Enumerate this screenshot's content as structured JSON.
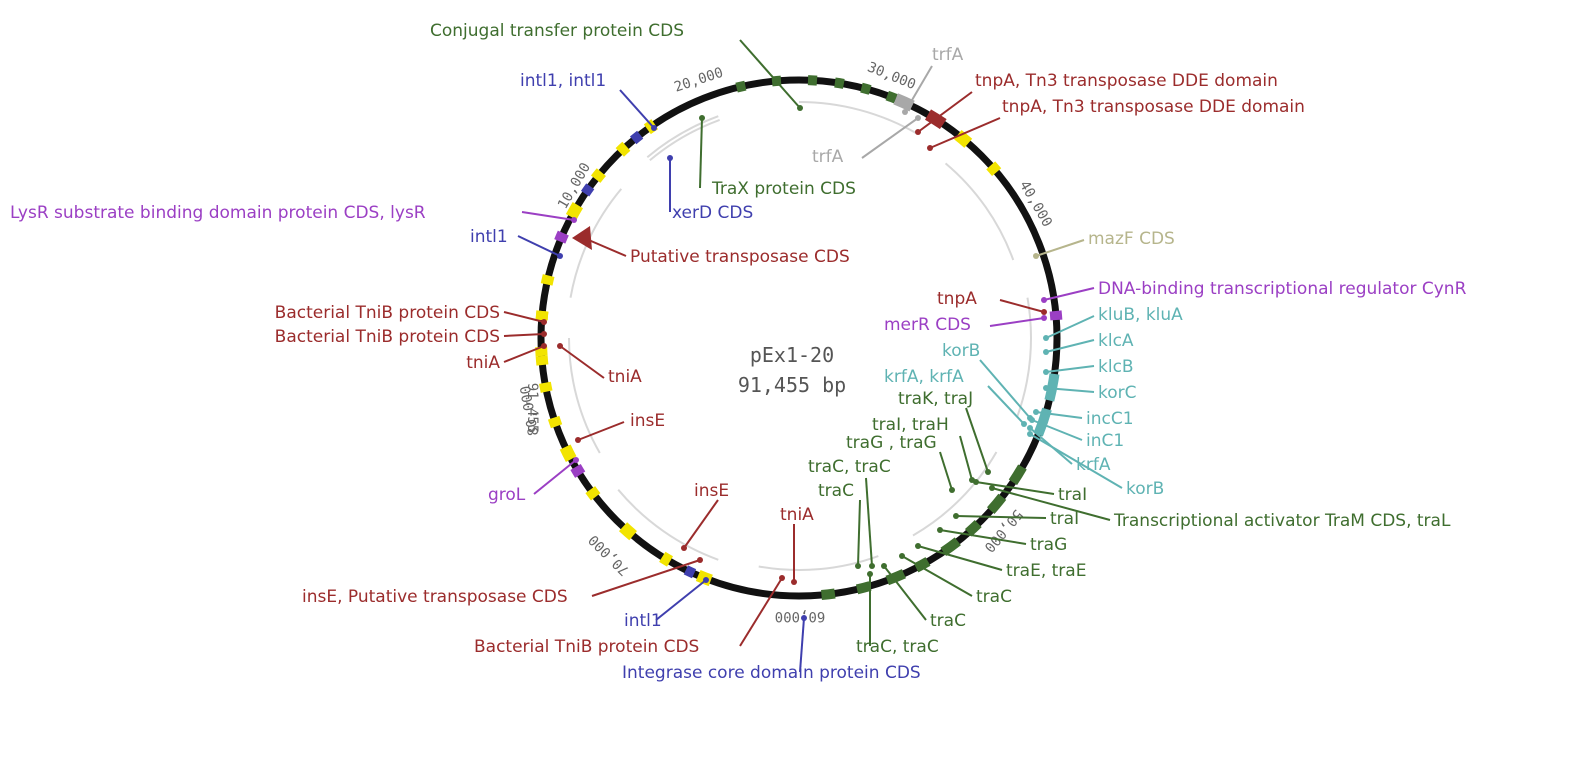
{
  "plasmid": {
    "name": "pEx1-20",
    "size": "91,455 bp"
  },
  "ticks": [
    "10,000",
    "20,000",
    "30,000",
    "40,000",
    "50,000",
    "60,000",
    "70,000",
    "80,000",
    "91,455"
  ],
  "colors": {
    "backbone": "#111111",
    "cds_green": "#3f6e2f",
    "transposon_red": "#9b2c2c",
    "integrase_blue": "#3f3fae",
    "regulator_purple": "#9b3fc4",
    "kor_teal": "#5fb3b3",
    "trf_gray": "#a8a8a8",
    "mazf_tan": "#b6b58c",
    "misc_yellow": "#f2e400"
  },
  "labels": [
    {
      "text": "Conjugal transfer protein CDS",
      "color": "cds_green"
    },
    {
      "text": "intl1, intl1",
      "color": "integrase_blue"
    },
    {
      "text": "trfA",
      "color": "trf_gray"
    },
    {
      "text": "tnpA, Tn3 transposase DDE domain",
      "color": "transposon_red"
    },
    {
      "text": "tnpA, Tn3 transposase DDE domain",
      "color": "transposon_red"
    },
    {
      "text": "trfA",
      "color": "trf_gray"
    },
    {
      "text": "TraX protein CDS",
      "color": "cds_green"
    },
    {
      "text": "xerD CDS",
      "color": "integrase_blue"
    },
    {
      "text": "LysR substrate binding domain protein CDS, lysR",
      "color": "regulator_purple"
    },
    {
      "text": "intl1",
      "color": "integrase_blue"
    },
    {
      "text": "Putative transposase CDS",
      "color": "transposon_red"
    },
    {
      "text": "mazF CDS",
      "color": "mazf_tan"
    },
    {
      "text": "DNA-binding transcriptional regulator CynR",
      "color": "regulator_purple"
    },
    {
      "text": "tnpA",
      "color": "transposon_red"
    },
    {
      "text": "merR CDS",
      "color": "regulator_purple"
    },
    {
      "text": "kluB, kluA",
      "color": "kor_teal"
    },
    {
      "text": "klcA",
      "color": "kor_teal"
    },
    {
      "text": "korB",
      "color": "kor_teal"
    },
    {
      "text": "klcB",
      "color": "kor_teal"
    },
    {
      "text": "krfA, krfA",
      "color": "kor_teal"
    },
    {
      "text": "korC",
      "color": "kor_teal"
    },
    {
      "text": "Bacterial TniB protein CDS",
      "color": "transposon_red"
    },
    {
      "text": "Bacterial TniB protein CDS",
      "color": "transposon_red"
    },
    {
      "text": "tniA",
      "color": "transposon_red"
    },
    {
      "text": "tniA",
      "color": "transposon_red"
    },
    {
      "text": "traK, traJ",
      "color": "cds_green"
    },
    {
      "text": "incC1",
      "color": "kor_teal"
    },
    {
      "text": "traI, traH",
      "color": "cds_green"
    },
    {
      "text": "inC1",
      "color": "kor_teal"
    },
    {
      "text": "insE",
      "color": "transposon_red"
    },
    {
      "text": "traG , traG",
      "color": "cds_green"
    },
    {
      "text": "krfA",
      "color": "kor_teal"
    },
    {
      "text": "traC, traC",
      "color": "cds_green"
    },
    {
      "text": "korB",
      "color": "kor_teal"
    },
    {
      "text": "traC",
      "color": "cds_green"
    },
    {
      "text": "groL",
      "color": "regulator_purple"
    },
    {
      "text": "traI",
      "color": "cds_green"
    },
    {
      "text": "insE",
      "color": "transposon_red"
    },
    {
      "text": "tniA",
      "color": "transposon_red"
    },
    {
      "text": "Transcriptional activator TraM CDS, traL",
      "color": "cds_green"
    },
    {
      "text": "traI",
      "color": "cds_green"
    },
    {
      "text": "traG",
      "color": "cds_green"
    },
    {
      "text": "traE, traE",
      "color": "cds_green"
    },
    {
      "text": "insE, Putative transposase CDS",
      "color": "transposon_red"
    },
    {
      "text": "traC",
      "color": "cds_green"
    },
    {
      "text": "intl1",
      "color": "integrase_blue"
    },
    {
      "text": "traC",
      "color": "cds_green"
    },
    {
      "text": "Bacterial TniB protein CDS",
      "color": "transposon_red"
    },
    {
      "text": "traC, traC",
      "color": "cds_green"
    },
    {
      "text": "Integrase core domain protein CDS",
      "color": "integrase_blue"
    }
  ]
}
